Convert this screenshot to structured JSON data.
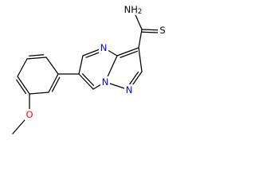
{
  "structure": {
    "atoms": [
      {
        "id": "N_amide",
        "text": "NH2",
        "sub": "2",
        "main": "NH",
        "color": "#000000"
      },
      {
        "id": "S",
        "text": "S",
        "color": "#000000"
      },
      {
        "id": "N_pyrimidine",
        "text": "N",
        "color": "#0000ff"
      },
      {
        "id": "N_bridge",
        "text": "N",
        "color": "#0000ff"
      },
      {
        "id": "N_pyrazole",
        "text": "N",
        "color": "#0000ff"
      },
      {
        "id": "O_methoxy",
        "text": "O",
        "color": "#ff0000"
      }
    ]
  }
}
